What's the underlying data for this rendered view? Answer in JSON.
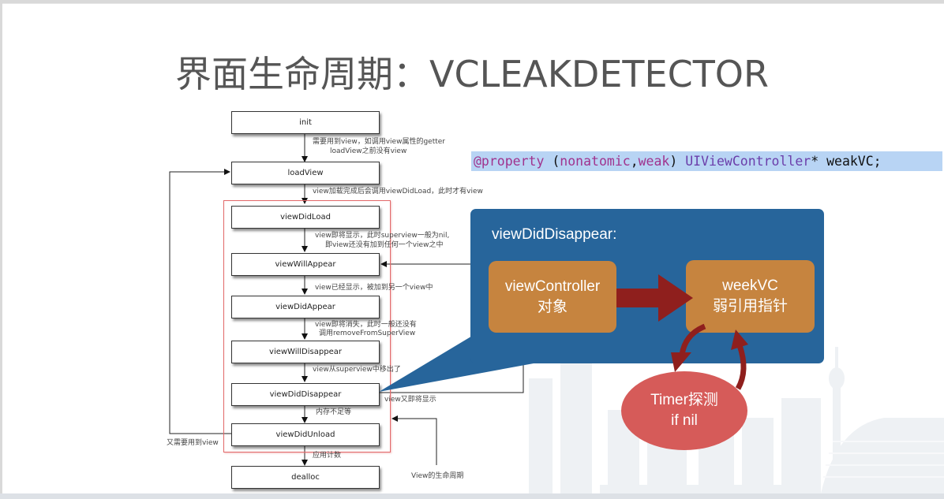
{
  "slide": {
    "title": "界面生命周期：VCLEAKDETECTOR",
    "code": {
      "tokens": [
        {
          "text": "@property",
          "kind": "keyword"
        },
        {
          "text": " (",
          "kind": "plain"
        },
        {
          "text": "nonatomic",
          "kind": "keyword"
        },
        {
          "text": ",",
          "kind": "plain"
        },
        {
          "text": "weak",
          "kind": "keyword"
        },
        {
          "text": ") ",
          "kind": "plain"
        },
        {
          "text": "UIViewController",
          "kind": "type"
        },
        {
          "text": "* weakVC;",
          "kind": "plain"
        }
      ]
    },
    "flow": {
      "boxes": [
        {
          "id": "init",
          "label": "init"
        },
        {
          "id": "loadView",
          "label": "loadView"
        },
        {
          "id": "viewDidLoad",
          "label": "viewDidLoad"
        },
        {
          "id": "viewWillAppear",
          "label": "viewWillAppear"
        },
        {
          "id": "viewDidAppear",
          "label": "viewDidAppear"
        },
        {
          "id": "viewWillDisappear",
          "label": "viewWillDisappear"
        },
        {
          "id": "viewDidDisappear",
          "label": "viewDidDisappear"
        },
        {
          "id": "viewDidUnload",
          "label": "viewDidUnload"
        },
        {
          "id": "dealloc",
          "label": "dealloc"
        }
      ],
      "notes": {
        "init_to_load_1": "需要用到view，如调用view属性的getter",
        "init_to_load_2": "loadView之前没有view",
        "load_to_didload": "view加载完成后会调用viewDidLoad，此时才有view",
        "didload_to_willappear_1": "view即将显示，此时superview一般为nil,",
        "didload_to_willappear_2": "即view还没有加到任何一个view之中",
        "willappear_to_didappear": "view已经显示，被加到另一个view中",
        "didappear_to_willdisappear_1": "view即将消失，此时一般还没有",
        "didappear_to_willdisappear_2": "调用removeFromSuperView",
        "willdisappear_to_diddisappear": "view从superview中移出了",
        "reappear": "view又即将显示",
        "memory_low": "内存不足等",
        "need_view_again": "又需要用到view",
        "ref_count": "应用计数",
        "view_lifecycle": "View的生命周期"
      }
    },
    "callout": {
      "title": "viewDidDisappear:",
      "source_box": {
        "line1": "viewController",
        "line2": "对象"
      },
      "target_box": {
        "line1": "weekVC",
        "line2": "弱引用指针"
      },
      "timer": {
        "line1": "Timer探测",
        "line2": "if nil"
      },
      "colors": {
        "panel": "#27659b",
        "box": "#c6843f",
        "arrow": "#8f1f1d",
        "timer": "#d65b59"
      }
    }
  }
}
